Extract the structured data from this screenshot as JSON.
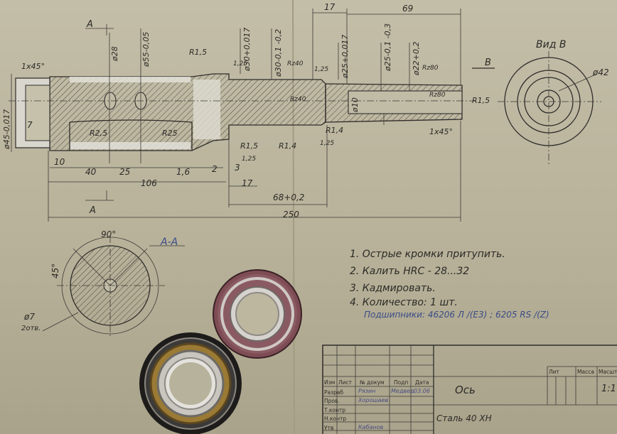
{
  "drawing": {
    "view_labels": {
      "section_mark_top": "A",
      "section_mark_bottom": "A",
      "section_title": "A-A",
      "view_title": "Вид В",
      "arrow_b": "B"
    },
    "dimensions_vertical": [
      "ø45-0,017",
      "ø28",
      "ø55-0,05",
      "ø30+0,017",
      "ø30-0,1 -0,2",
      "ø25+0,017",
      "ø25-0,1 -0,3",
      "ø22+0,2",
      "ø10",
      "7"
    ],
    "dimensions_horizontal": [
      "1x45°",
      "17",
      "69",
      "10",
      "40",
      "25",
      "1,6",
      "2",
      "3",
      "106",
      "17",
      "68+0,2",
      "250",
      "1x45°"
    ],
    "radii": [
      "R1,5",
      "R2,5",
      "R25",
      "R1,5",
      "R1,4",
      "R1,4",
      "R1,5"
    ],
    "roughness": [
      "1,25",
      "Rz40",
      "1,25",
      "Rz80",
      "Rz80",
      "Rz40",
      "1,25",
      "1,25"
    ],
    "view_b_diameter": "ø42",
    "section_angle_a": "90°",
    "section_angle_b": "45°",
    "holes_note_a": "ø7",
    "holes_note_b": "2отв."
  },
  "notes": [
    "1. Острые кромки притупить.",
    "2. Калить   HRC - 28...32",
    "3. Кадмировать.",
    "4. Количество: 1 шт."
  ],
  "bearings_note": "Подшипники: 46206 Л /(Е3) ; 6205 RS /(Z)",
  "title_block": {
    "part_name": "Ось",
    "material": "Сталь 40 ХН",
    "scale": "1:1",
    "header": [
      "Изм",
      "Лист",
      "№ докум",
      "Подп",
      "Дата"
    ],
    "col_lit": "Лит",
    "col_mass": "Масса",
    "col_scale": "Масштаб",
    "rows": [
      "Разраб",
      "Пров.",
      "Т.контр",
      "Н.контр",
      "Утв"
    ],
    "signatures": {
      "razrab_name": "Рязин",
      "razrab_sign": "Медвед",
      "razrab_date": "03.06",
      "prov_name": "Хорошаев",
      "utv_name": "Кабанов"
    }
  }
}
